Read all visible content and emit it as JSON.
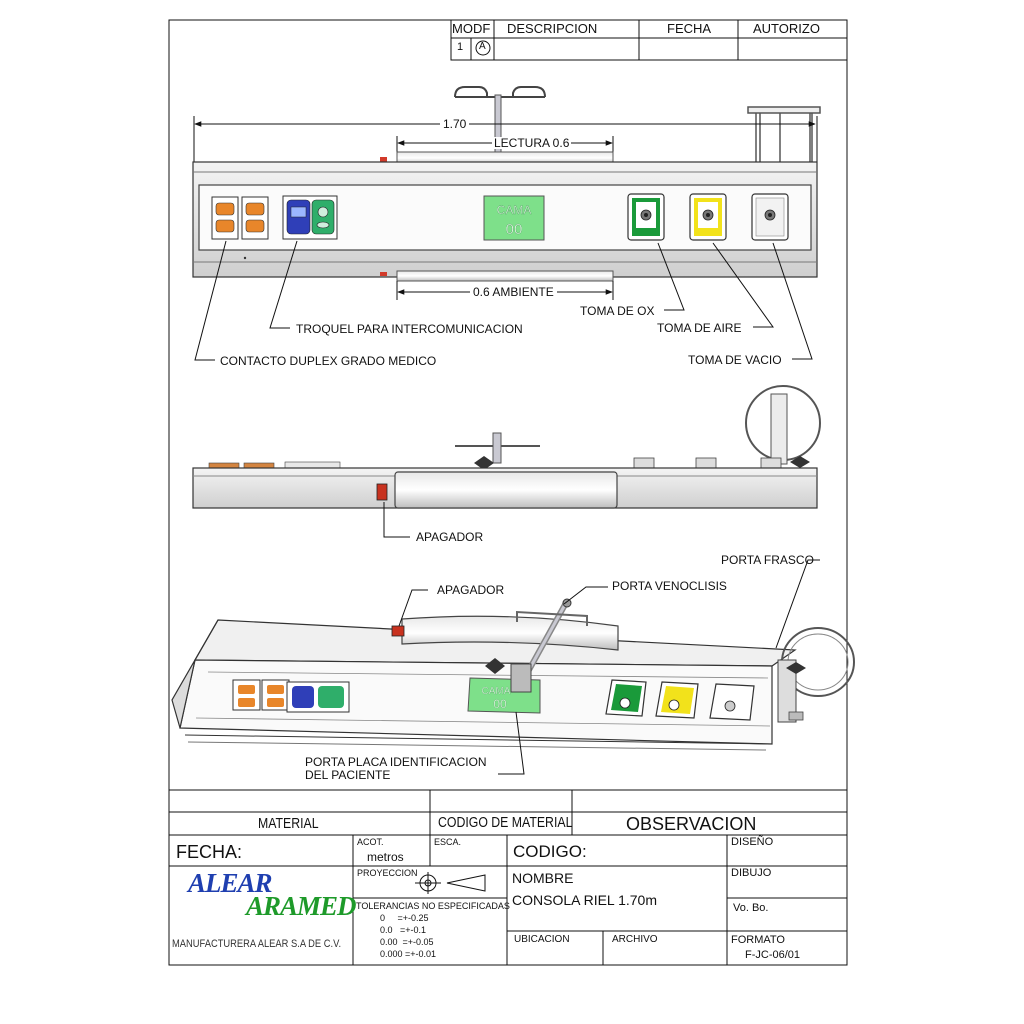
{
  "revision_table": {
    "headers": {
      "modf": "MODF",
      "descripcion": "DESCRIPCION",
      "fecha": "FECHA",
      "autorizo": "AUTORIZO"
    },
    "rows": [
      {
        "modf": "1",
        "mark": "A"
      }
    ]
  },
  "front_view": {
    "dim_total": "1.70",
    "dim_lectura": "LECTURA 0.6",
    "dim_ambiente": "0.6 AMBIENTE",
    "id_plate": {
      "line1": "CAMA",
      "line2": "00"
    },
    "callouts": {
      "troquel": "TROQUEL PARA INTERCOMUNICACION",
      "contacto": "CONTACTO DUPLEX GRADO MEDICO",
      "toma_ox": "TOMA DE OX",
      "toma_aire": "TOMA DE AIRE",
      "toma_vacio": "TOMA DE VACIO"
    }
  },
  "top_view": {
    "callouts": {
      "apagador": "APAGADOR",
      "porta_frasco": "PORTA FRASCO"
    }
  },
  "iso_view": {
    "id_plate": {
      "line1": "CAMA",
      "line2": "00"
    },
    "callouts": {
      "apagador": "APAGADOR",
      "porta_venoclisis": "PORTA VENOCLISIS",
      "porta_placa_1": "PORTA PLACA IDENTIFICACION",
      "porta_placa_2": "DEL PACIENTE"
    }
  },
  "title_block": {
    "material": "MATERIAL",
    "codigo_material": "CODIGO DE MATERIAL",
    "observacion": "OBSERVACION",
    "fecha": "FECHA:",
    "acot": "ACOT.",
    "metros": "metros",
    "esca": "ESCA.",
    "codigo": "CODIGO:",
    "diseno": "DISEÑO",
    "proyeccion": "PROYECCION",
    "nombre": "NOMBRE",
    "nombre_value": "CONSOLA RIEL 1.70m",
    "dibujo": "DIBUJO",
    "tolerancias": "TOLERANCIAS NO ESPECIFICADAS",
    "tol_lines": [
      "0     =+-0.25",
      "0.0   =+-0.1",
      "0.00  =+-0.05",
      "0.000 =+-0.01"
    ],
    "vo_bo": "Vo. Bo.",
    "ubicacion": "UBICACION",
    "archivo": "ARCHIVO",
    "formato": "FORMATO",
    "formato_value": "F-JC-06/01",
    "logo_top": "ALEAR",
    "logo_bottom": "ARAMED",
    "manufacturer": "MANUFACTURERA ALEAR S.A DE C.V."
  },
  "colors": {
    "line": "#111111",
    "outlet_orange": "#e8862a",
    "intercom_blue": "#2f3fb8",
    "intercom_green": "#2fae6a",
    "plate_green": "#7ee08a",
    "ox_green": "#1a9a3a",
    "air_yellow": "#f2e21b",
    "logo_blue": "#1f3fb0",
    "logo_green": "#1e9a2a"
  }
}
